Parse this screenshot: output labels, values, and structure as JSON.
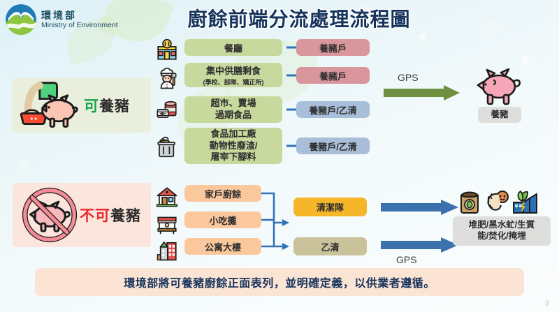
{
  "header": {
    "logo_zh": "環境部",
    "logo_en": "Ministry of Environment",
    "title": "廚餘前端分流處理流程圖"
  },
  "categories": {
    "can": {
      "prefix": "可",
      "rest": "養豬",
      "icon": "pig-feeding-icon"
    },
    "cannot": {
      "prefix": "不可",
      "rest": "養豬",
      "icon": "no-pig-icon"
    }
  },
  "upper_flow": {
    "rows": [
      {
        "icon": "restaurant-icon",
        "source": "餐廳",
        "source_sub": "",
        "dest": "養豬戶",
        "dest_type": "rose"
      },
      {
        "icon": "chef-icon",
        "source": "集中供膳剩食",
        "source_sub": "(學校、部隊、矯正所)",
        "dest": "養豬戶",
        "dest_type": "rose"
      },
      {
        "icon": "canned-food-icon",
        "source": "超市、賣場\n過期食品",
        "source_line1": "超市、賣場",
        "source_line2": "過期食品",
        "dest": "養豬戶/乙清",
        "dest_type": "blue"
      },
      {
        "icon": "food-waste-bin-icon",
        "source_line1": "食品加工廠",
        "source_line2": "動物性廢渣/",
        "source_line3": "屠宰下腳料",
        "dest": "養豬戶/乙清",
        "dest_type": "blue"
      }
    ],
    "gps_label": "GPS",
    "result_label": "養豬",
    "result_icon": "pig-icon"
  },
  "lower_flow": {
    "rows": [
      {
        "icon": "house-icon",
        "source": "家戶廚餘"
      },
      {
        "icon": "food-stall-icon",
        "source": "小吃攤"
      },
      {
        "icon": "apartment-building-icon",
        "source": "公寓大樓"
      }
    ],
    "dest_primary": "清潔隊",
    "dest_secondary": "乙清",
    "gps_label": "GPS",
    "result_line1": "堆肥/黑水虻/生質",
    "result_line2": "能/焚化/掩埋",
    "result_icons": [
      "compost-bag-icon",
      "black-soldier-fly-larva-icon",
      "biomass-plant-icon"
    ]
  },
  "banner": {
    "text": "環境部將可養豬廚餘正面表列，並明確定義，以供業者遵循。"
  },
  "page_number": "3",
  "colors": {
    "title": "#16335c",
    "source_green": "#c8d99e",
    "source_orange": "#fbc79d",
    "dest_rose": "#d9969c",
    "dest_blue": "#a9bed8",
    "dest_gold": "#f5b62a",
    "dest_khaki": "#c9c29b",
    "arrow_blue": "#2f72b8",
    "arrow_olive": "#6d8f3f",
    "banner_bg": "#fce4d4",
    "can_panel": "#e9eedd",
    "cannot_panel": "#fbe5dc"
  }
}
